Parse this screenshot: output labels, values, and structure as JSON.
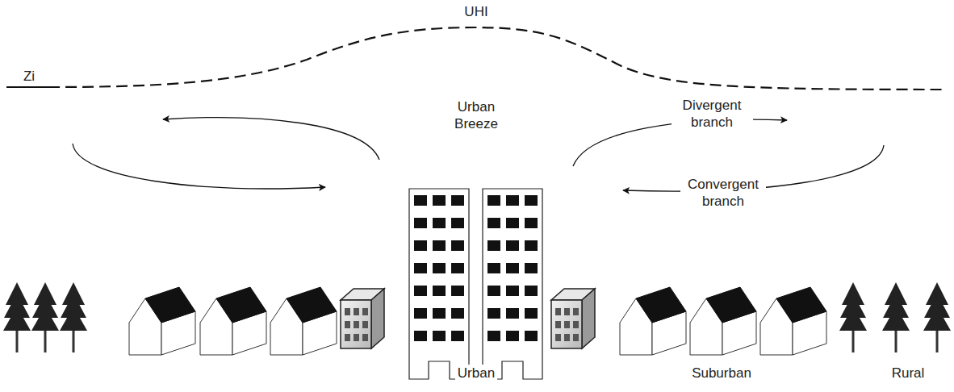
{
  "diagram": {
    "labels": [
      "UHI",
      "Zi",
      "Urban Breeze",
      "Divergent branch",
      "Convergent branch",
      "Urban",
      "Suburban",
      "Rural"
    ]
  }
}
